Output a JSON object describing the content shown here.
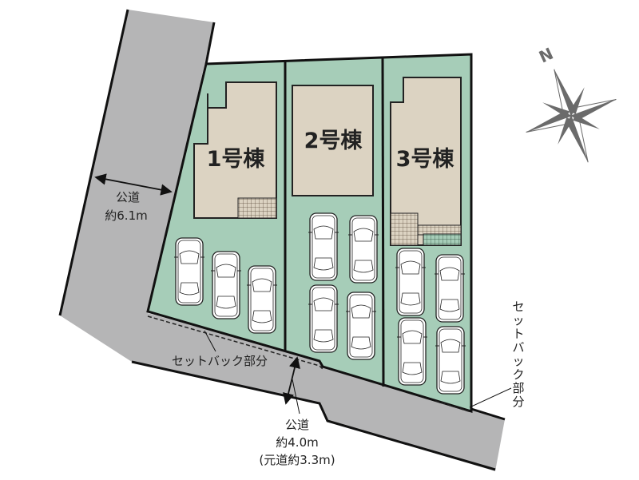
{
  "colors": {
    "road": "#b5b5b6",
    "lot": "#a6cdb8",
    "house": "#dcd3c2",
    "line": "#1a1a1a",
    "compass": "#6b6b6b"
  },
  "buildings": [
    {
      "label": "1号棟"
    },
    {
      "label": "2号棟"
    },
    {
      "label": "3号棟"
    }
  ],
  "roads": {
    "west": {
      "name": "公道",
      "width": "約6.1m"
    },
    "south": {
      "name": "公道",
      "width": "約4.0m",
      "original": "(元道約3.3m)"
    }
  },
  "setback_labels": {
    "south_left": "セットバック部分",
    "south_right": "セットバック部分"
  },
  "compass": {
    "north_label": "N",
    "icon": "compass-rose-icon"
  },
  "parking_spaces": {
    "lot1": 3,
    "lot2": 4,
    "lot3": 4
  }
}
